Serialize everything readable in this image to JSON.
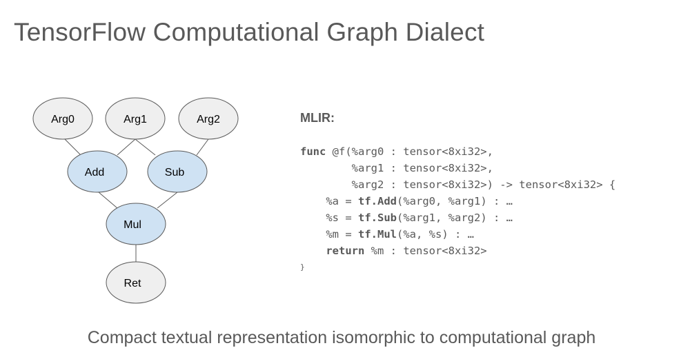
{
  "slide": {
    "title": "TensorFlow Computational Graph Dialect",
    "caption": "Compact textual representation isomorphic to computational graph"
  },
  "graph": {
    "nodes": [
      {
        "id": "arg0",
        "label": "Arg0",
        "fill": "#efefef"
      },
      {
        "id": "arg1",
        "label": "Arg1",
        "fill": "#efefef"
      },
      {
        "id": "arg2",
        "label": "Arg2",
        "fill": "#efefef"
      },
      {
        "id": "add",
        "label": "Add",
        "fill": "#cfe2f3"
      },
      {
        "id": "sub",
        "label": "Sub",
        "fill": "#cfe2f3"
      },
      {
        "id": "mul",
        "label": "Mul",
        "fill": "#cfe2f3"
      },
      {
        "id": "ret",
        "label": "Ret",
        "fill": "#efefef"
      }
    ],
    "edges": [
      [
        "arg0",
        "add"
      ],
      [
        "arg1",
        "add"
      ],
      [
        "arg1",
        "sub"
      ],
      [
        "arg2",
        "sub"
      ],
      [
        "add",
        "mul"
      ],
      [
        "sub",
        "mul"
      ],
      [
        "mul",
        "ret"
      ]
    ]
  },
  "code": {
    "heading": "MLIR:",
    "l1_kw": "func",
    "l1_rest": " @f(%arg0 : tensor<8xi32>,",
    "l2": "        %arg1 : tensor<8xi32>,",
    "l3": "        %arg2 : tensor<8xi32>) -> tensor<8xi32> {",
    "l4_pre": "    %a = ",
    "l4_op": "tf.Add",
    "l4_post": "(%arg0, %arg1) : …",
    "l5_pre": "    %s = ",
    "l5_op": "tf.Sub",
    "l5_post": "(%arg1, %arg2) : …",
    "l6_pre": "    %m = ",
    "l6_op": "tf.Mul",
    "l6_post": "(%a, %s) : …",
    "l7_pre": "    ",
    "l7_kw": "return",
    "l7_post": " %m : tensor<8xi32>",
    "l8": "}"
  }
}
